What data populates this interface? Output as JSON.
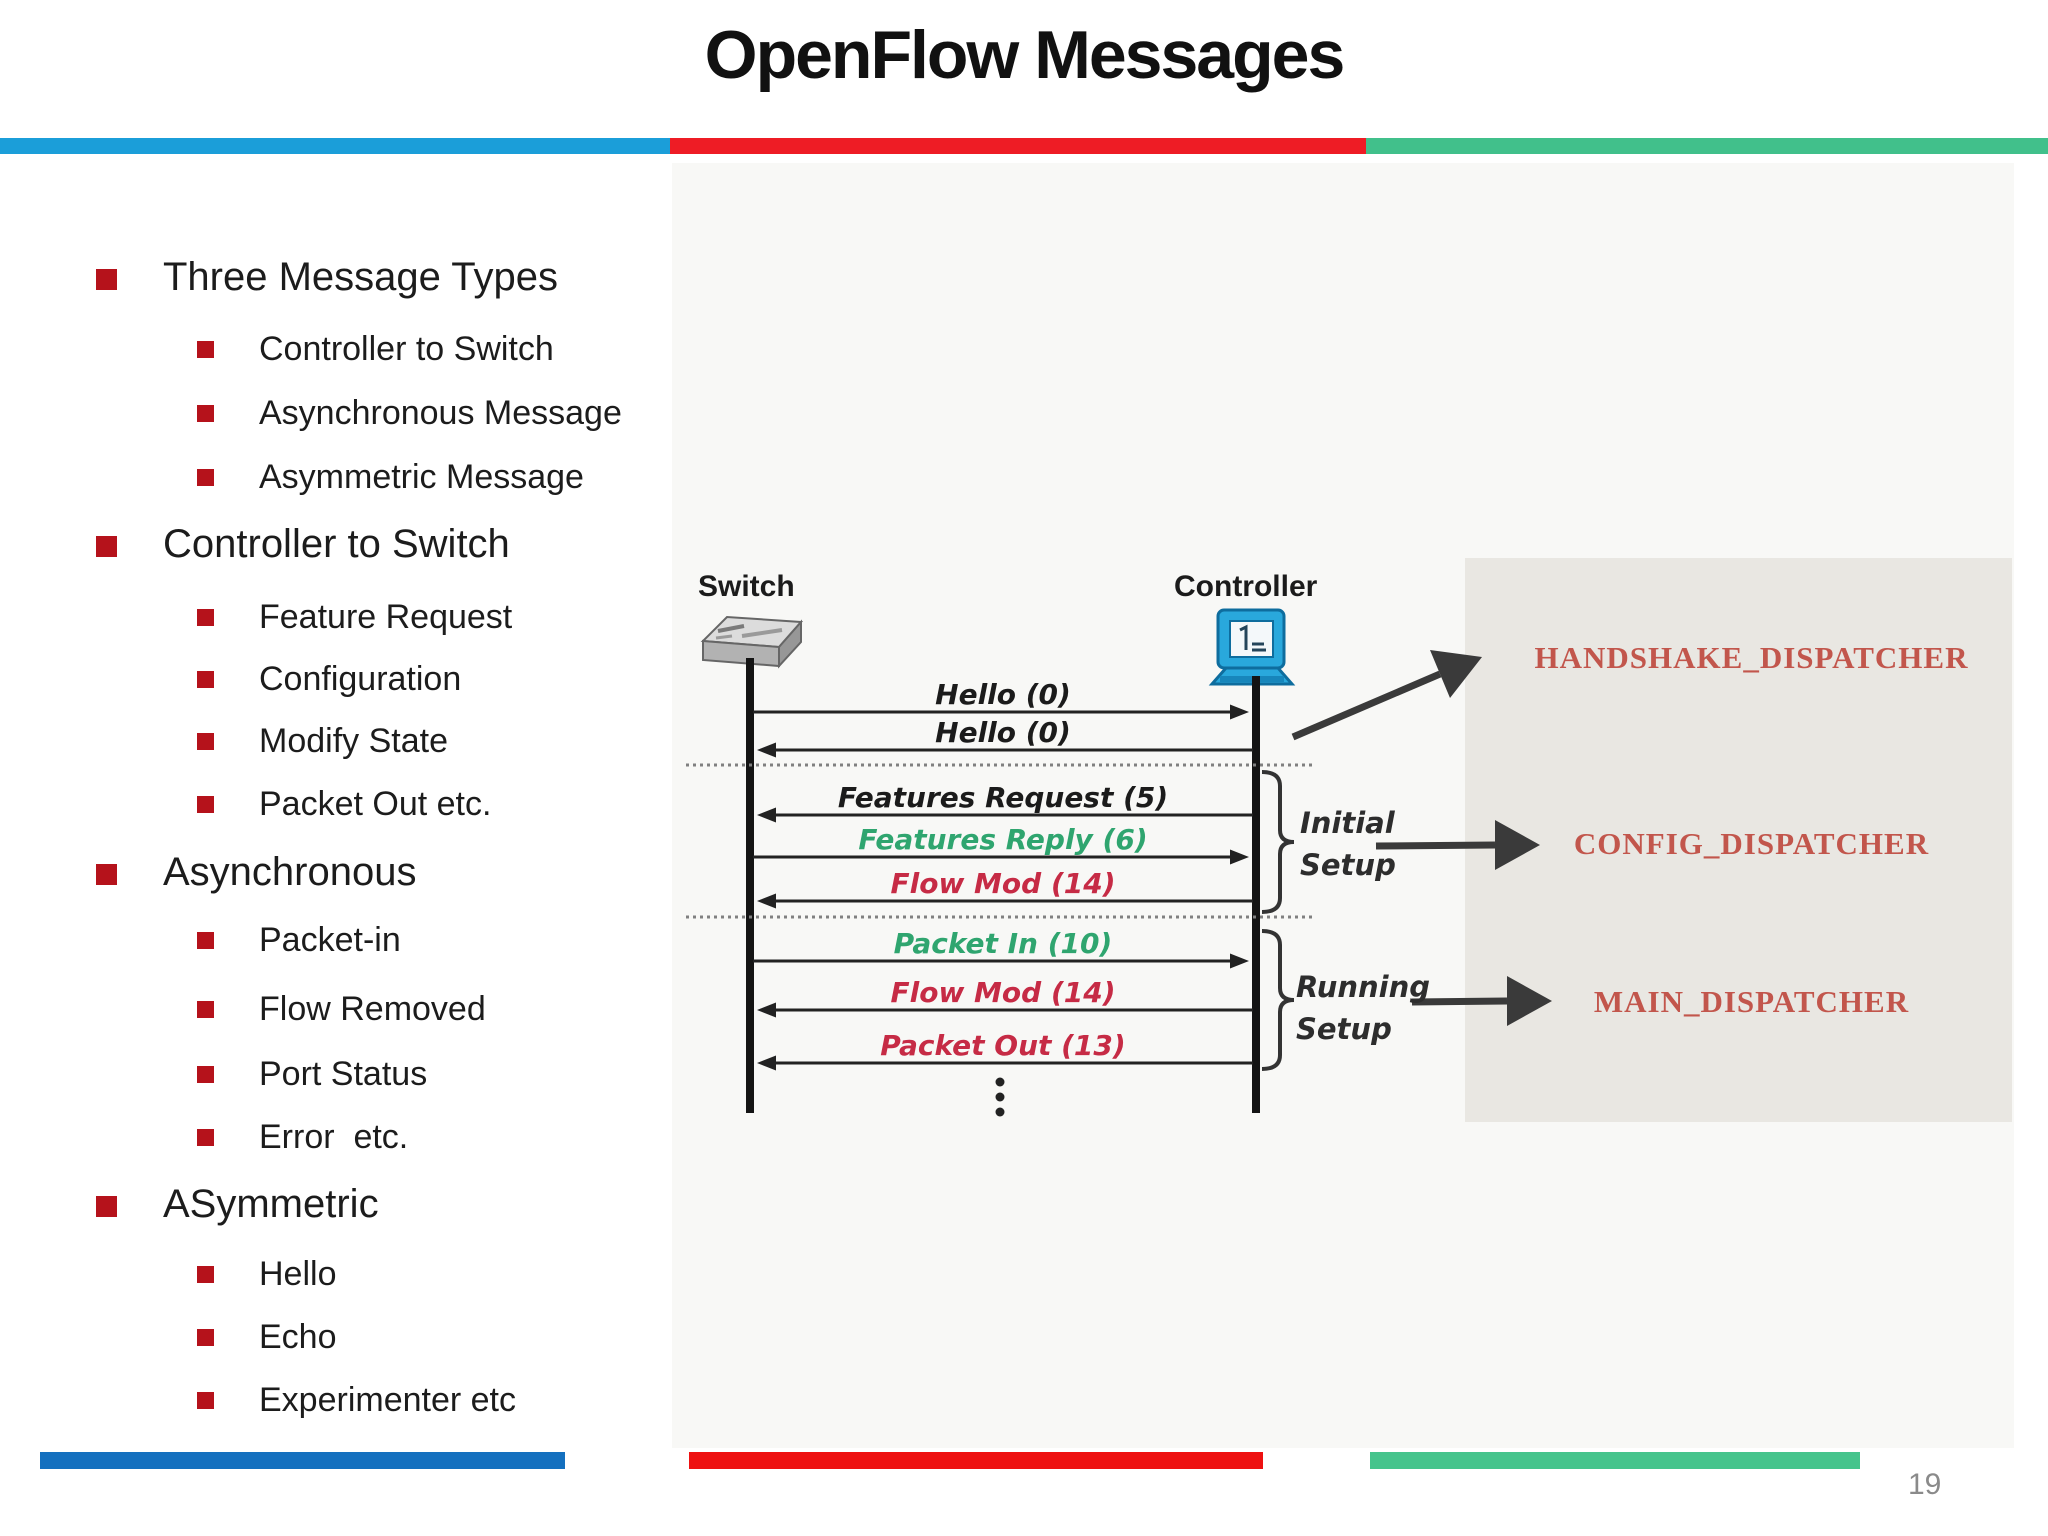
{
  "slide": {
    "title": "OpenFlow Messages",
    "page_number": "19"
  },
  "colors": {
    "accent_blue_top": "#1b9ed9",
    "accent_red_top": "#ee1c25",
    "accent_green_top": "#41c08b",
    "accent_blue_bottom": "#1470bf",
    "accent_red_bottom": "#ee1111",
    "accent_green_bottom": "#45c48c",
    "bullet_red": "#b5121b",
    "message_black": "#1b1b1b",
    "message_green": "#2fa56f",
    "message_red": "#c62b45",
    "dispatcher_text": "#c2564c",
    "dispatcher_panel_bg": "#e9e7e2",
    "page_number_gray": "#8a8a8a"
  },
  "bullet_list": {
    "items": [
      {
        "level": 1,
        "label": "Three Message Types"
      },
      {
        "level": 2,
        "label": "Controller to Switch"
      },
      {
        "level": 2,
        "label": "Asynchronous Message"
      },
      {
        "level": 2,
        "label": "Asymmetric Message"
      },
      {
        "level": 1,
        "label": "Controller to Switch"
      },
      {
        "level": 2,
        "label": "Feature Request"
      },
      {
        "level": 2,
        "label": "Configuration"
      },
      {
        "level": 2,
        "label": "Modify State"
      },
      {
        "level": 2,
        "label": "Packet Out etc."
      },
      {
        "level": 1,
        "label": "Asynchronous"
      },
      {
        "level": 2,
        "label": "Packet-in"
      },
      {
        "level": 2,
        "label": "Flow Removed"
      },
      {
        "level": 2,
        "label": "Port Status"
      },
      {
        "level": 2,
        "label": "Error  etc."
      },
      {
        "level": 1,
        "label": "ASymmetric"
      },
      {
        "level": 2,
        "label": "Hello"
      },
      {
        "level": 2,
        "label": "Echo"
      },
      {
        "level": 2,
        "label": "Experimenter etc"
      }
    ]
  },
  "diagram": {
    "actors": [
      {
        "name": "Switch"
      },
      {
        "name": "Controller"
      }
    ],
    "messages": [
      {
        "label": "Hello (0)",
        "from": "Switch",
        "to": "Controller",
        "color": "black"
      },
      {
        "label": "Hello (0)",
        "from": "Controller",
        "to": "Switch",
        "color": "black"
      },
      {
        "label": "Features Request (5)",
        "from": "Controller",
        "to": "Switch",
        "color": "black"
      },
      {
        "label": "Features Reply (6)",
        "from": "Switch",
        "to": "Controller",
        "color": "green"
      },
      {
        "label": "Flow Mod (14)",
        "from": "Controller",
        "to": "Switch",
        "color": "red"
      },
      {
        "label": "Packet In (10)",
        "from": "Switch",
        "to": "Controller",
        "color": "green"
      },
      {
        "label": "Flow Mod (14)",
        "from": "Controller",
        "to": "Switch",
        "color": "red"
      },
      {
        "label": "Packet Out (13)",
        "from": "Controller",
        "to": "Switch",
        "color": "red"
      }
    ],
    "phases": [
      {
        "line1": "Initial",
        "line2": "Setup"
      },
      {
        "line1": "Running",
        "line2": "Setup"
      }
    ],
    "dispatchers": [
      "HANDSHAKE_DISPATCHER",
      "CONFIG_DISPATCHER",
      "MAIN_DISPATCHER"
    ]
  }
}
